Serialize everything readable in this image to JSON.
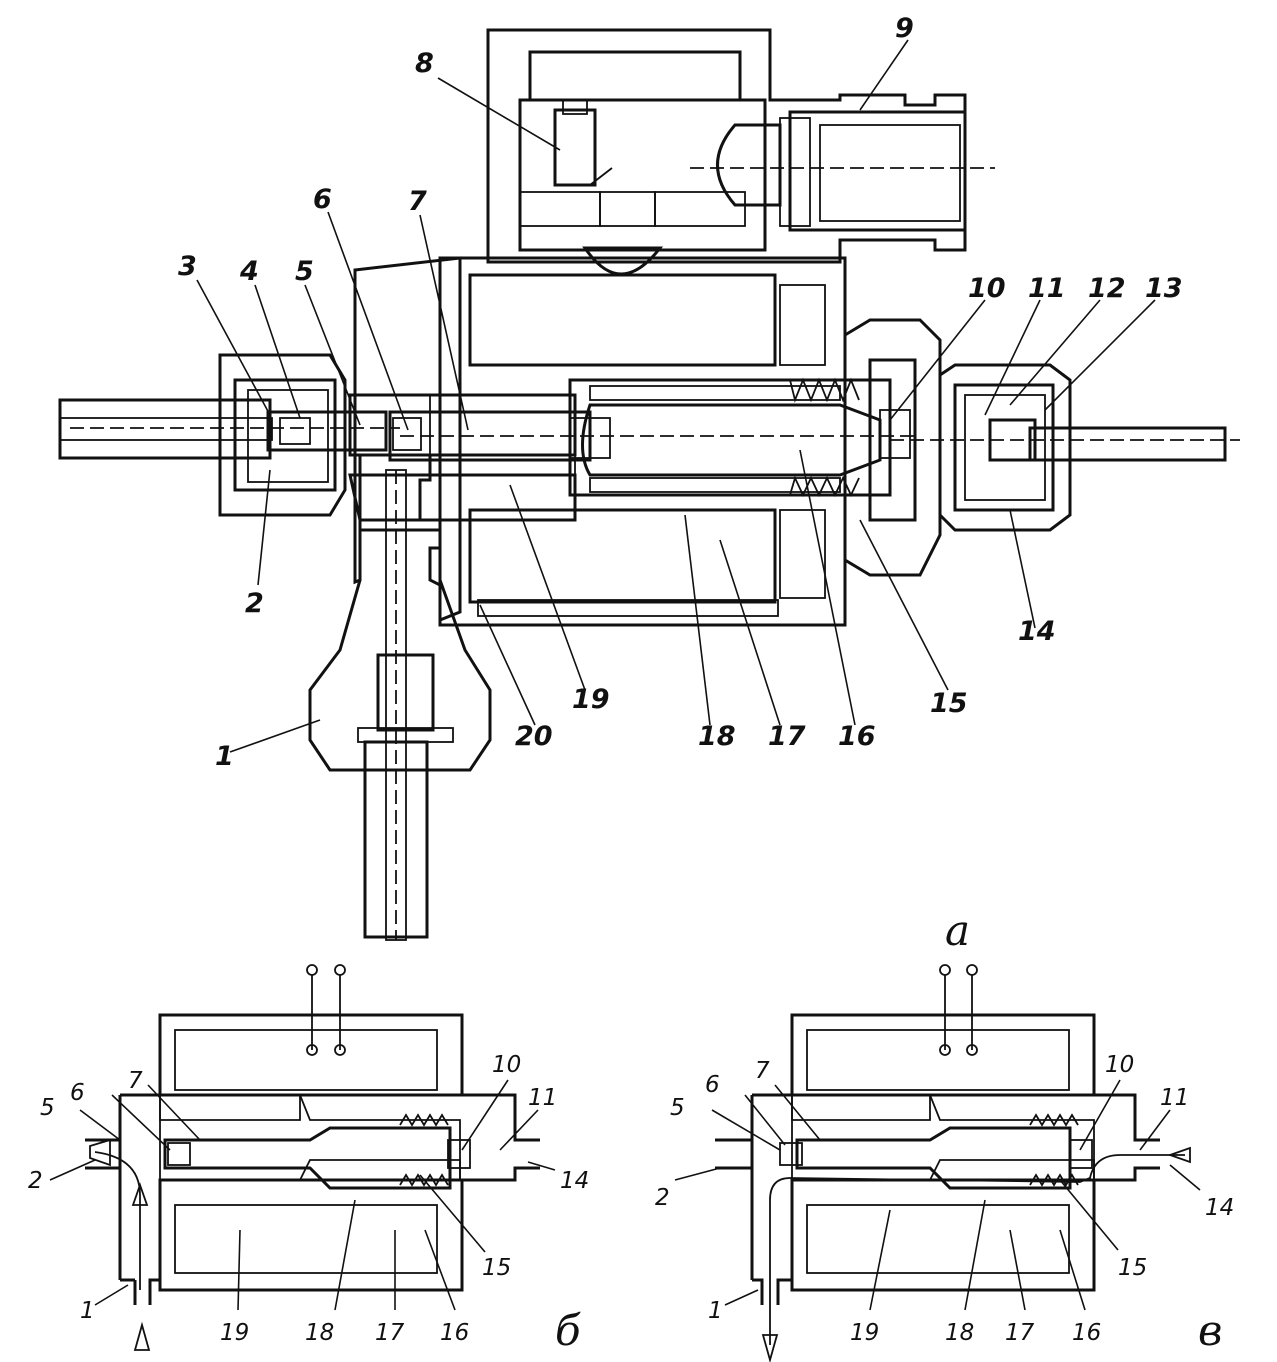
{
  "figure": {
    "view_labels": {
      "a": "а",
      "b": "б",
      "v": "в"
    }
  },
  "view_a": {
    "callouts": [
      {
        "id": "1",
        "text": "1"
      },
      {
        "id": "2",
        "text": "2"
      },
      {
        "id": "3",
        "text": "3"
      },
      {
        "id": "4",
        "text": "4"
      },
      {
        "id": "5",
        "text": "5"
      },
      {
        "id": "6",
        "text": "6"
      },
      {
        "id": "7",
        "text": "7"
      },
      {
        "id": "8",
        "text": "8"
      },
      {
        "id": "9",
        "text": "9"
      },
      {
        "id": "10",
        "text": "10"
      },
      {
        "id": "11",
        "text": "11"
      },
      {
        "id": "12",
        "text": "12"
      },
      {
        "id": "13",
        "text": "13"
      },
      {
        "id": "14",
        "text": "14"
      },
      {
        "id": "15",
        "text": "15"
      },
      {
        "id": "16",
        "text": "16"
      },
      {
        "id": "17",
        "text": "17"
      },
      {
        "id": "18",
        "text": "18"
      },
      {
        "id": "19",
        "text": "19"
      },
      {
        "id": "20",
        "text": "20"
      }
    ]
  },
  "view_b": {
    "callouts": [
      {
        "id": "1",
        "text": "1"
      },
      {
        "id": "2",
        "text": "2"
      },
      {
        "id": "5",
        "text": "5"
      },
      {
        "id": "6",
        "text": "6"
      },
      {
        "id": "7",
        "text": "7"
      },
      {
        "id": "10",
        "text": "10"
      },
      {
        "id": "11",
        "text": "11"
      },
      {
        "id": "14",
        "text": "14"
      },
      {
        "id": "15",
        "text": "15"
      },
      {
        "id": "16",
        "text": "16"
      },
      {
        "id": "17",
        "text": "17"
      },
      {
        "id": "18",
        "text": "18"
      },
      {
        "id": "19",
        "text": "19"
      }
    ]
  },
  "view_v": {
    "callouts": [
      {
        "id": "1",
        "text": "1"
      },
      {
        "id": "2",
        "text": "2"
      },
      {
        "id": "5",
        "text": "5"
      },
      {
        "id": "6",
        "text": "6"
      },
      {
        "id": "7",
        "text": "7"
      },
      {
        "id": "10",
        "text": "10"
      },
      {
        "id": "11",
        "text": "11"
      },
      {
        "id": "14",
        "text": "14"
      },
      {
        "id": "15",
        "text": "15"
      },
      {
        "id": "16",
        "text": "16"
      },
      {
        "id": "17",
        "text": "17"
      },
      {
        "id": "18",
        "text": "18"
      },
      {
        "id": "19",
        "text": "19"
      }
    ]
  }
}
